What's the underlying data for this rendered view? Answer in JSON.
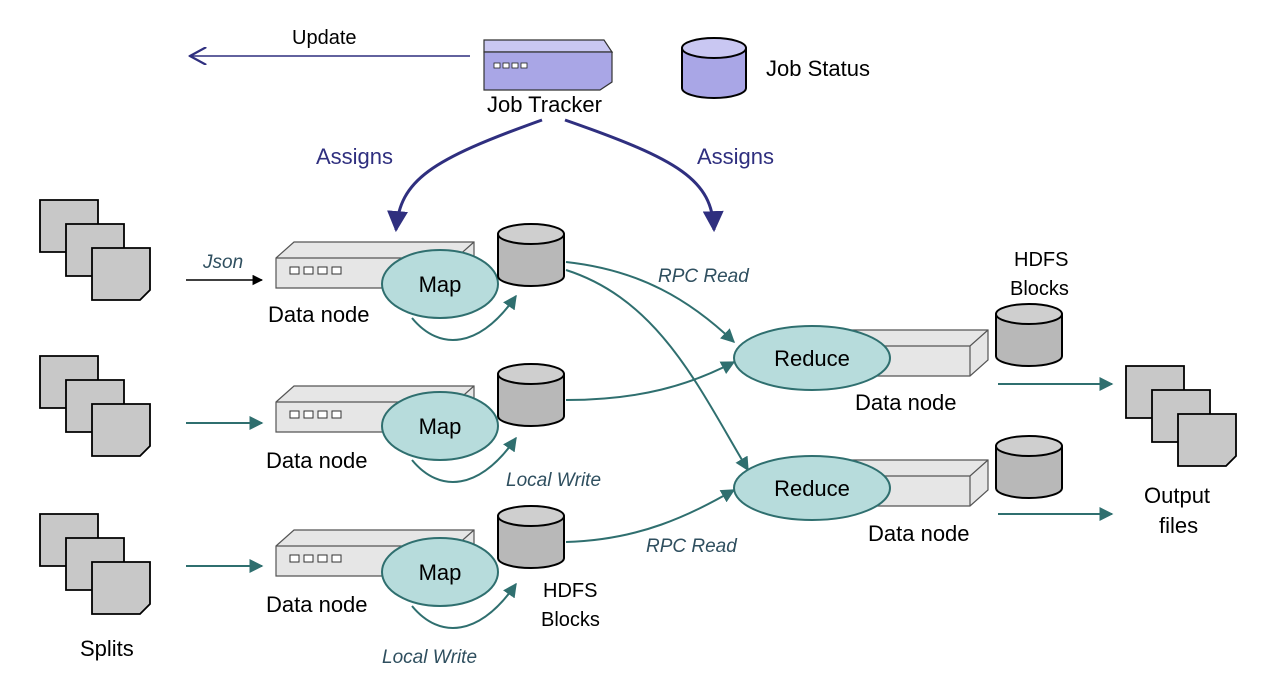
{
  "labels": {
    "update": "Update",
    "job_tracker": "Job Tracker",
    "job_status": "Job Status",
    "assigns_left": "Assigns",
    "assigns_right": "Assigns",
    "json": "Json",
    "data_node": "Data node",
    "map": "Map",
    "reduce": "Reduce",
    "rpc_read_top": "RPC Read",
    "rpc_read_bottom": "RPC Read",
    "local_write_mid": "Local Write",
    "local_write_bottom": "Local Write",
    "hdfs_blocks_line1": "HDFS",
    "hdfs_blocks_line2": "Blocks",
    "splits": "Splits",
    "output_line1": "Output",
    "output_line2": "files"
  },
  "colors": {
    "arrow_blue": "#2f2f7f",
    "arrow_teal": "#2f6f6f",
    "oval_fill": "#b7dcdc",
    "server_fill": "#e6e6e6",
    "cylinder_fill": "#b8b8b8",
    "page_fill": "#c8c8c8",
    "tracker_fill": "#a9a6e6"
  }
}
